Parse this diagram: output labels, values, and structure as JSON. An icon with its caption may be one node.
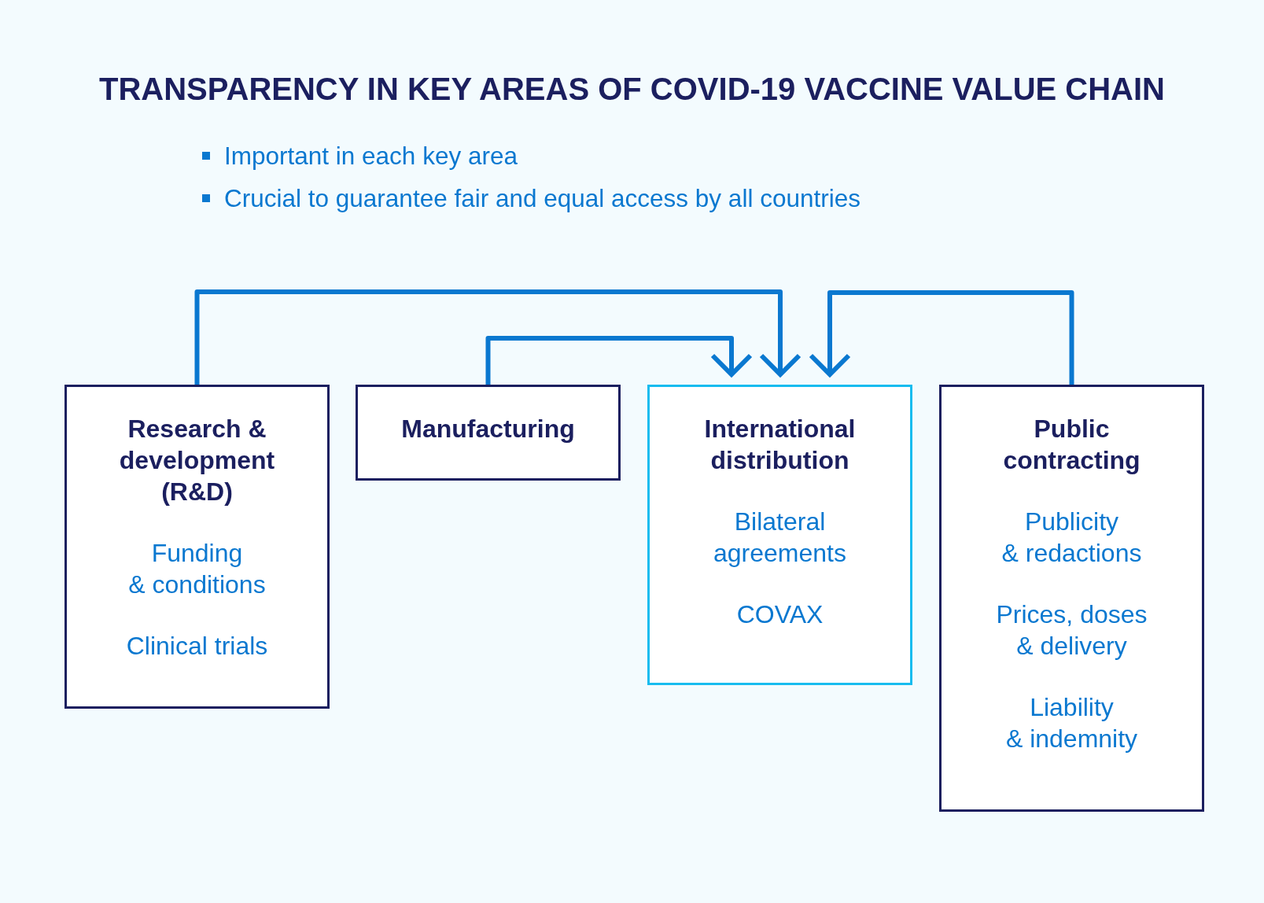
{
  "diagram": {
    "title": "TRANSPARENCY IN KEY AREAS OF COVID-19 VACCINE VALUE CHAIN",
    "nodes": [
      {
        "text": [
          "Research & development (R&D)",
          "Funding & conditions",
          "Clinical trials"
        ]
      },
      {
        "text": [
          "Manufacturing"
        ]
      },
      {
        "text": [
          "International distribution",
          "Bilateral agreements",
          "COVAX"
        ]
      },
      {
        "text": [
          "Public contracting",
          "Publicity & redactions",
          "Prices, doses & delivery",
          "Liability & indemnity"
        ]
      }
    ],
    "edges": [
      {
        "from": 0,
        "to": 2,
        "arrow": "to"
      },
      {
        "from": 1,
        "to": 2,
        "arrow": "to"
      },
      {
        "from": 3,
        "to": 2,
        "arrow": "to"
      }
    ],
    "labels": [
      "Important in each key area",
      "Crucial to guarantee fair and equal access by all countries"
    ]
  }
}
